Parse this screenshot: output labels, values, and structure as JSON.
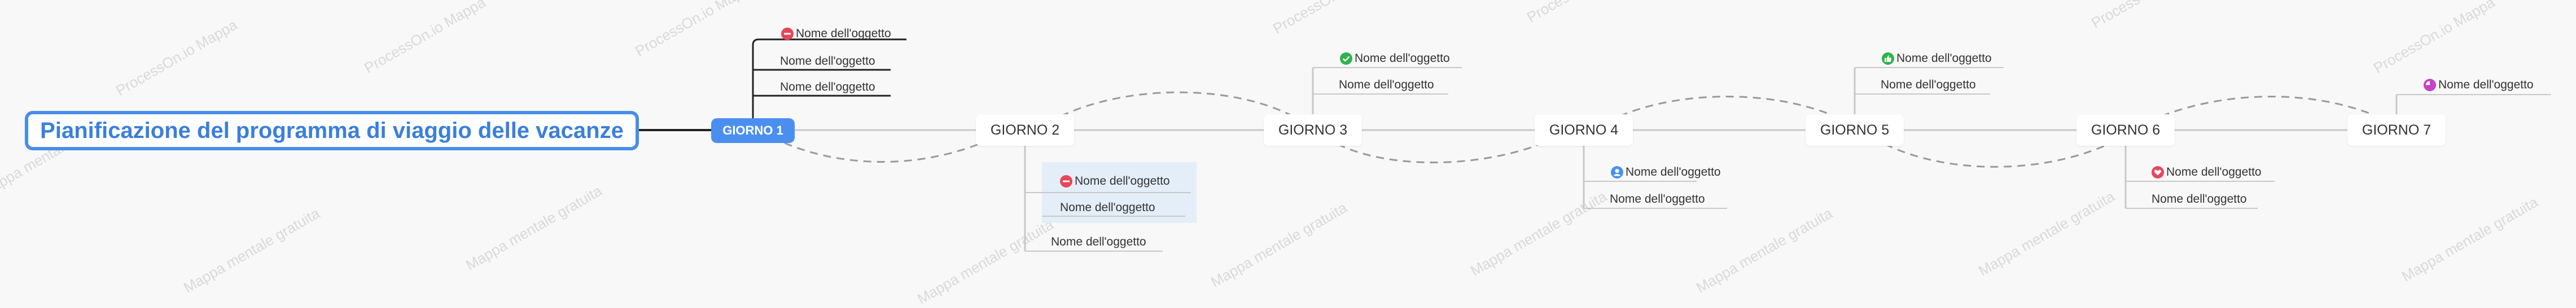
{
  "watermark": {
    "text_a": "ProcessOn.io Mappa",
    "text_b": "Mappa mentale gratuita"
  },
  "root": {
    "label": "Pianificazione del programma di viaggio delle vacanze"
  },
  "days": [
    {
      "label": "GIORNO 1"
    },
    {
      "label": "GIORNO 2"
    },
    {
      "label": "GIORNO 3"
    },
    {
      "label": "GIORNO 4"
    },
    {
      "label": "GIORNO 5"
    },
    {
      "label": "GIORNO 6"
    },
    {
      "label": "GIORNO 7"
    }
  ],
  "items": {
    "day1": [
      {
        "label": "Nome dell'oggetto",
        "icon": "minus-circle-icon",
        "color": "#e8455a"
      },
      {
        "label": "Nome dell'oggetto"
      },
      {
        "label": "Nome dell'oggetto"
      }
    ],
    "day2": [
      {
        "label": "Nome dell'oggetto",
        "icon": "minus-circle-icon",
        "color": "#e8455a"
      },
      {
        "label": "Nome dell'oggetto"
      },
      {
        "label": "Nome dell'oggetto"
      }
    ],
    "day3": [
      {
        "label": "Nome dell'oggetto",
        "icon": "check-circle-icon",
        "color": "#2db34a"
      },
      {
        "label": "Nome dell'oggetto"
      }
    ],
    "day4": [
      {
        "label": "Nome dell'oggetto",
        "icon": "person-circle-icon",
        "color": "#4a8ff0"
      },
      {
        "label": "Nome dell'oggetto"
      }
    ],
    "day5": [
      {
        "label": "Nome dell'oggetto",
        "icon": "thumbs-up-icon",
        "color": "#2db34a"
      },
      {
        "label": "Nome dell'oggetto"
      }
    ],
    "day6": [
      {
        "label": "Nome dell'oggetto",
        "icon": "heart-circle-icon",
        "color": "#e8455a"
      },
      {
        "label": "Nome dell'oggetto"
      }
    ],
    "day7": [
      {
        "label": "Nome dell'oggetto",
        "icon": "progress-circle-icon",
        "color": "#c640c6"
      }
    ]
  },
  "colors": {
    "accent": "#4a8de8",
    "day1_fill": "#4a8ff0",
    "line": "#bfbfbf",
    "dash": "#999999"
  }
}
